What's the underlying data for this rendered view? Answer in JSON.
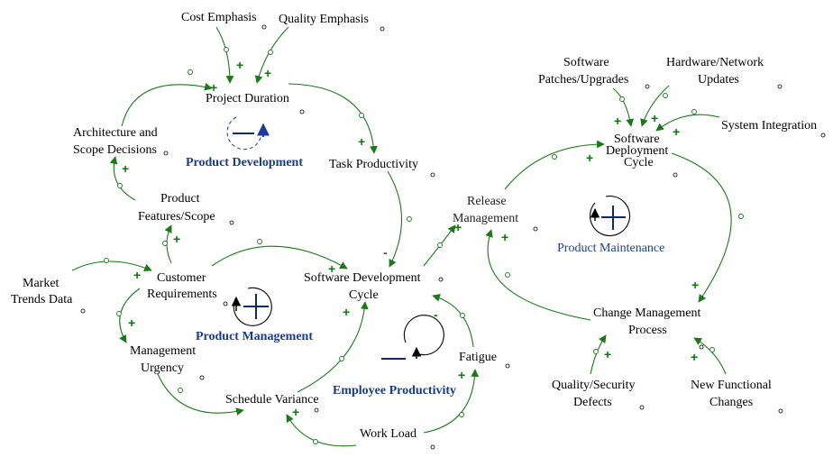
{
  "nodes": {
    "cost_emphasis": "Cost Emphasis",
    "quality_emphasis": "Quality Emphasis",
    "project_duration": "Project Duration",
    "architecture_line1": "Architecture and",
    "architecture_line2": "Scope Decisions",
    "task_productivity": "Task Productivity",
    "product_features_line1": "Product",
    "product_features_line2": "Features/Scope",
    "market_trends_line1": "Market",
    "market_trends_line2": "Trends Data",
    "customer_req_line1": "Customer",
    "customer_req_line2": "Requirements",
    "management_urgency_line1": "Management",
    "management_urgency_line2": "Urgency",
    "schedule_variance": "Schedule Variance",
    "work_load": "Work Load",
    "fatigue": "Fatigue",
    "sdc_line1": "Software Development",
    "sdc_line2": "Cycle",
    "release_mgmt_line1": "Release",
    "release_mgmt_line2": "Management",
    "sw_patches_line1": "Software",
    "sw_patches_line2": "Patches/Upgrades",
    "hw_network_line1": "Hardware/Network",
    "hw_network_line2": "Updates",
    "system_integration": "System Integration",
    "sw_deploy_line1": "Software",
    "sw_deploy_line2": "Deployment",
    "sw_deploy_line3": "Cycle",
    "change_mgmt_line1": "Change Management",
    "change_mgmt_line2": "Process",
    "quality_defects_line1": "Quality/Security",
    "quality_defects_line2": "Defects",
    "new_functional_line1": "New Functional",
    "new_functional_line2": "Changes"
  },
  "loops": {
    "product_development": "Product Development",
    "product_management": "Product Management",
    "employee_productivity": "Employee Productivity",
    "product_maintenance": "Product Maintenance"
  },
  "polarity": {
    "plus": "+",
    "minus": "-"
  },
  "colors": {
    "link": "#1a7a1a",
    "loop_label": "#1f3f8f"
  }
}
